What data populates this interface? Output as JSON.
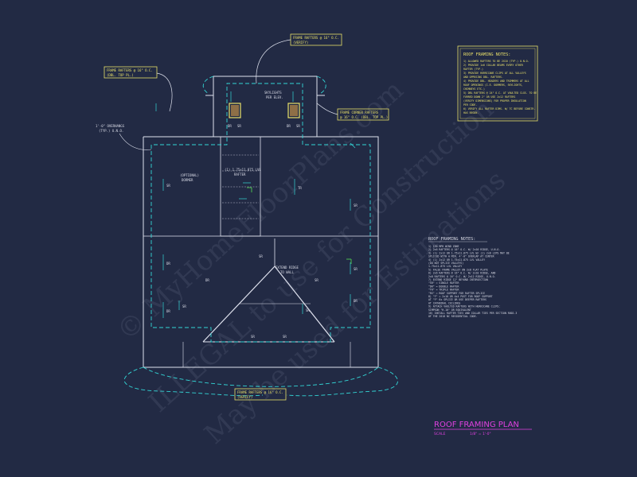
{
  "plan_title": "ROOF FRAMING PLAN",
  "scale_label": "SCALE",
  "scale_value": "1/8\" = 1'-0\"",
  "callouts": {
    "top": [
      "FRAME RAFTERS @ 16\" O.C.",
      "(VERIFY)"
    ],
    "left": [
      "FRAME RAFTERS @ 16\" O.C.",
      "(DBL. TOP PL.)"
    ],
    "right": [
      "FRAME CORNER RAFTERS",
      "@ 16\" O.C. (DBL. TOP PL.)"
    ],
    "bottom": [
      "FRAME RAFTERS @ 16\" O.C.",
      "(VERIFY)"
    ]
  },
  "labels": {
    "overhangs": [
      "1'-0\" OVERHANGS",
      "(TYP.) U.N.O."
    ],
    "skylights": [
      "SKYLIGHTS",
      "PER ELEV."
    ],
    "optional_dormer": [
      "(OPTIONAL)",
      "DORMER"
    ],
    "lvl_rafter": [
      "(1) 1.75x11.875 LVL",
      "RAFTER"
    ],
    "extend_ridge": [
      "EXTEND RIDGE",
      "TO WALL"
    ]
  },
  "notes_box": {
    "title": "ROOF FRAMING NOTES:",
    "lines": [
      "1) ALLOWED RAFTERS TO BE 2X10 (TYP.) U.N.O.",
      "2) PROVIDE 1x6 COLLAR BEAMS EVERY OTHER",
      "   RAFTER (TYP.)",
      "3) PROVIDE HURRICANE CLIPS AT ALL VALLEYS",
      "   AND OPPOSING DBL. RAFTERS.",
      "4) PROVIDE DBL. HEADERS AND TRIMMERS AT ALL",
      "   ROOF OPENINGS (I.E. DORMERS, SKYLIGHTS,",
      "   CHIMNEYS ETC.)",
      "5) DBL RAFTERS @ 24\" O.C. AT VAULTED CLGS. TO BE",
      "   FURRED DOWN 2\" OR USE 2x12 RAFTERS",
      "   (VERIFY DIMENSIONS) FOR PROPER INSULATION",
      "   PER CODE.",
      "6) VERIFY ALL RAFTER DIMS. W/ TC BEFORE CONSTR.",
      "   HAS BEGUN."
    ]
  },
  "legend": {
    "title": "ROOF FRAMING NOTES:",
    "lines": [
      "1) 130 MPH WIND ZONE",
      "2) 2x6 RAFTERS @ 16\" O.C. W/ 2x10 RIDGE, U.N.O.",
      "3) (1) 2x12 OR 1.75x11.875 LVL W/ (1) 2x8 LIPS MAY BE",
      "   SPLICED WITH A MIN. 4'-0\" OVERLAP AT CENTER",
      "4) (1) 2x12 OR 1.75x11.875 LVL VALLEY",
      "   (DO NOT SPLICE VALLEYS)",
      "   1.75x11.875 LVL VALLEY",
      "5) FALSE FRAME VALLEY ON 2x8 FLAT PLATE",
      "6) 2x6 RAFTERS @ 16\" O.C. W/ 2x10 RIDGE, AND",
      "   2x8 RAFTERS @ 16\" O.C. W/ 2x12 RIDGE, U.N.O.",
      "7) EXTEND RIDGE 12\" BEYOND INTERSECTION",
      "   \"SR\" = SINGLE RAFTER",
      "   \"DR\" = DOUBLE RAFTER",
      "   \"TR\" = TRIPLE RAFTER",
      "   \"RS\" = ROOF SUPPORT FOR RAFTER SPLICE",
      "8) \"F\" = 2x10 OR 4x4 POST FOR ROOF SUPPORT",
      "   AT \"F\" 6x SPLICE OR USE DEEPER RAFTERS",
      "   AT CATHEDRAL CEILINGS",
      "9) ATTACH VAULTED RAFTERS WITH HURRICANE CLIPS:",
      "   SIMPSON \"H-10\" OR EQUIVALENT",
      "10) INSTALL RAFTER TIES AND COLLAR TIES PER SECTION R802.3",
      "    OF THE 2018 NC RESIDENTIAL CODE."
    ]
  },
  "watermarks": [
    "© MyHomeFloorPlans.com",
    "ILLEGAL to use for Construction",
    "May be used for Estimations"
  ],
  "dim_labels": [
    "SR",
    "DR",
    "DR",
    "SR",
    "SR",
    "DR",
    "TR",
    "SR",
    "SR",
    "DR",
    "SR",
    "DR",
    "SR",
    "DR",
    "SR",
    "SR",
    "SR",
    "SR"
  ],
  "colors": {
    "background": "#222a44",
    "lines": "#dfe2ee",
    "cyan": "#33d6d6",
    "yellow": "#e8e06a",
    "magenta": "#e040e0",
    "green": "#55e055"
  }
}
